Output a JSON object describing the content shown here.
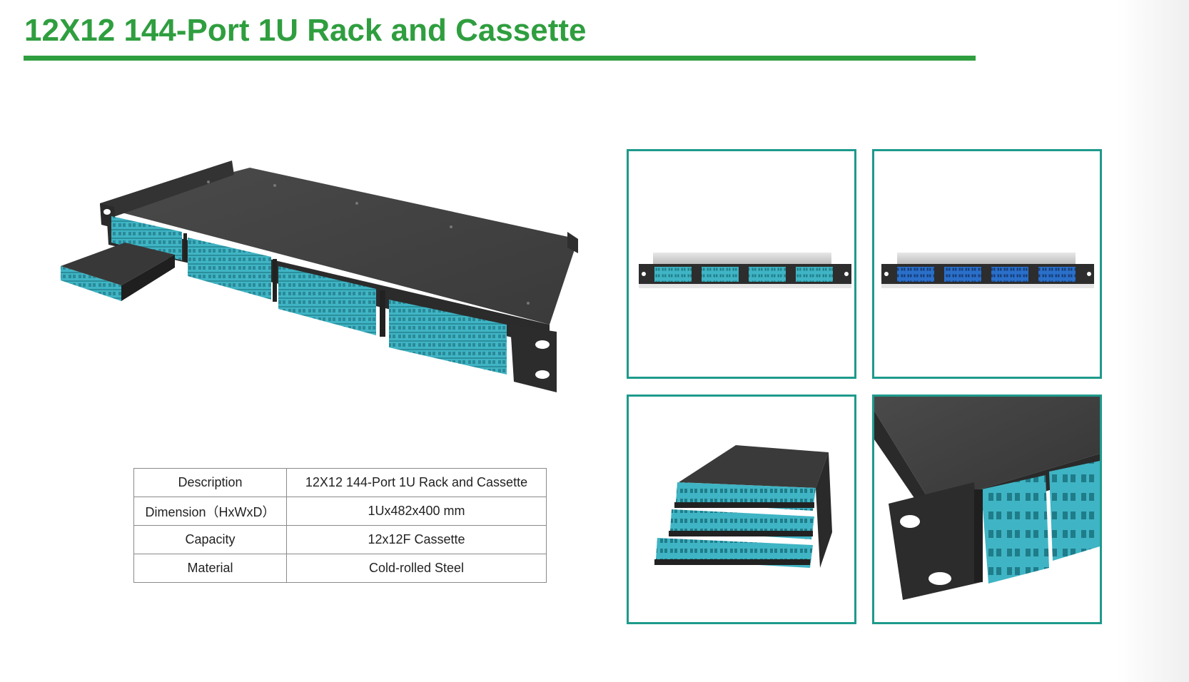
{
  "page": {
    "title": "12X12 144-Port 1U Rack and Cassette"
  },
  "colors": {
    "title_green": "#2f9e3f",
    "frame_teal": "#1e9a8c",
    "aqua_adapter": "#3fb4c4",
    "blue_adapter": "#2a6fc9",
    "chassis": "#3b3b3b"
  },
  "spec_table": {
    "rows": [
      {
        "label": "Description",
        "value": "12X12 144-Port 1U Rack and Cassette"
      },
      {
        "label": "Dimension（HxWxD）",
        "value": "1Ux482x400 mm"
      },
      {
        "label": "Capacity",
        "value": "12x12F Cassette"
      },
      {
        "label": "Material",
        "value": "Cold-rolled Steel"
      }
    ]
  },
  "images": {
    "hero": "rack-with-cassettes-aqua",
    "thumbnails": [
      "front-view-aqua",
      "front-view-blue",
      "stacked-cassettes-aqua",
      "closeup-bracket-aqua"
    ]
  }
}
